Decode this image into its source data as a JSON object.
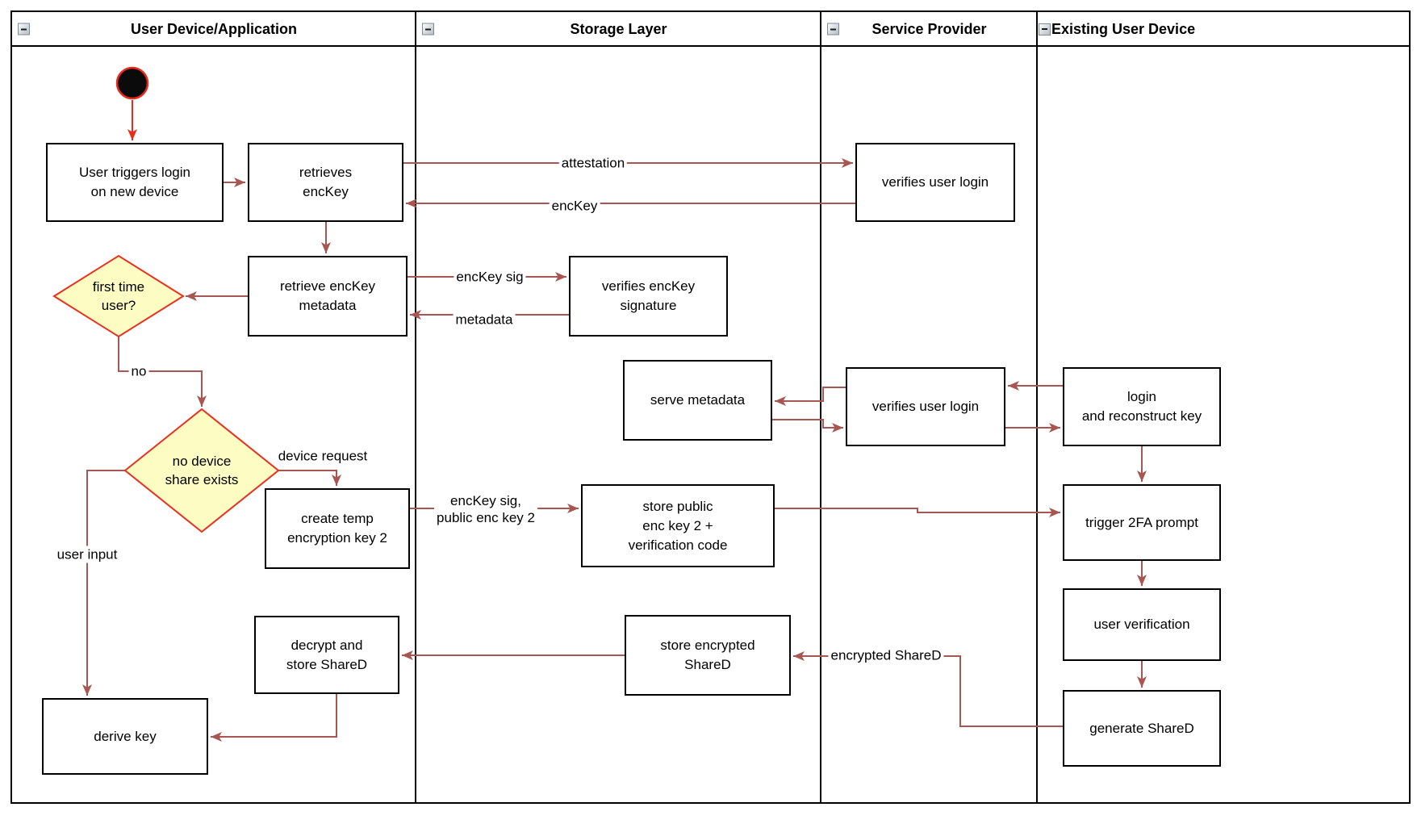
{
  "lanes": [
    {
      "id": "user-device-application",
      "title": "User Device/Application"
    },
    {
      "id": "storage-layer",
      "title": "Storage Layer"
    },
    {
      "id": "service-provider",
      "title": "Service Provider"
    },
    {
      "id": "existing-user-device",
      "title": "Existing User Device"
    }
  ],
  "nodes": {
    "user_triggers": {
      "lines": [
        "User triggers login",
        "on new device"
      ]
    },
    "retrieves_enckey": {
      "lines": [
        "retrieves",
        "encKey"
      ]
    },
    "retrieve_metadata": {
      "lines": [
        "retrieve encKey",
        "metadata"
      ]
    },
    "first_time_user": {
      "lines": [
        "first time",
        "user?"
      ]
    },
    "no_device_share": {
      "lines": [
        "no device",
        "share exists"
      ]
    },
    "create_temp_key": {
      "lines": [
        "create temp",
        "encryption key 2"
      ]
    },
    "decrypt_store_shared": {
      "lines": [
        "decrypt and",
        "store ShareD"
      ]
    },
    "derive_key": {
      "lines": [
        "derive key"
      ]
    },
    "verifies_enckey_signature": {
      "lines": [
        "verifies encKey",
        "signature"
      ]
    },
    "serve_metadata": {
      "lines": [
        "serve metadata"
      ]
    },
    "store_public_key": {
      "lines": [
        "store public",
        "enc key 2 +",
        "verification code"
      ]
    },
    "store_encrypted_shared": {
      "lines": [
        "store encrypted",
        "ShareD"
      ]
    },
    "verifies_user_login_top": {
      "lines": [
        "verifies user login"
      ]
    },
    "verifies_user_login_mid": {
      "lines": [
        "verifies user login"
      ]
    },
    "login_reconstruct": {
      "lines": [
        "login",
        "and reconstruct key"
      ]
    },
    "trigger_2fa": {
      "lines": [
        "trigger 2FA prompt"
      ]
    },
    "user_verification": {
      "lines": [
        "user verification"
      ]
    },
    "generate_shared": {
      "lines": [
        "generate ShareD"
      ]
    }
  },
  "edge_labels": {
    "attestation": "attestation",
    "enckey": "encKey",
    "enckey_sig": "encKey sig",
    "metadata": "metadata",
    "no": "no",
    "device_request": "device request",
    "enckey_sig_public": {
      "lines": [
        "encKey sig,",
        "public enc key 2"
      ]
    },
    "user_input": "user input",
    "encrypted_shared": "encrypted ShareD"
  },
  "colors": {
    "connector": "#a85651",
    "accent_red": "#ea2b1c",
    "decision_fill": "#fdfcc2",
    "decision_border": "#e8301f",
    "node_border": "#000000",
    "lane_border": "#000000",
    "start_fill": "#0b0b0b"
  }
}
